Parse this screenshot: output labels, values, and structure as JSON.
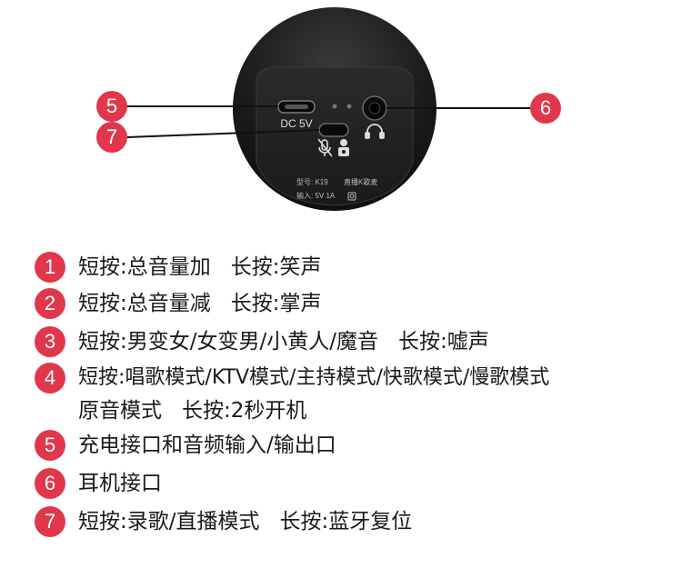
{
  "device": {
    "port_label": "DC 5V",
    "model_text": "型号: K19",
    "product_name": "直播K歌麦",
    "input_text": "输入: 5V  1A"
  },
  "callouts": [
    {
      "number": "5"
    },
    {
      "number": "7"
    },
    {
      "number": "6"
    }
  ],
  "legend": [
    {
      "number": "1",
      "short_label": "短按:",
      "short_text": "总音量加",
      "long_label": "长按:",
      "long_text": "笑声"
    },
    {
      "number": "2",
      "short_label": "短按:",
      "short_text": "总音量减",
      "long_label": "长按:",
      "long_text": "掌声"
    },
    {
      "number": "3",
      "short_label": "短按:",
      "short_text": "男变女/女变男/小黄人/魔音",
      "long_label": "长按:",
      "long_text": "嘘声"
    },
    {
      "number": "4",
      "short_label": "短按:",
      "short_text": "唱歌模式/KTV模式/主持模式/快歌模式/慢歌模式",
      "continuation": "原音模式",
      "long_label": "长按:",
      "long_text": "2秒开机"
    },
    {
      "number": "5",
      "text": "充电接口和音频输入/输出口"
    },
    {
      "number": "6",
      "text": "耳机接口"
    },
    {
      "number": "7",
      "short_label": "短按:",
      "short_text": "录歌/直播模式",
      "long_label": "长按:",
      "long_text": "蓝牙复位"
    }
  ]
}
